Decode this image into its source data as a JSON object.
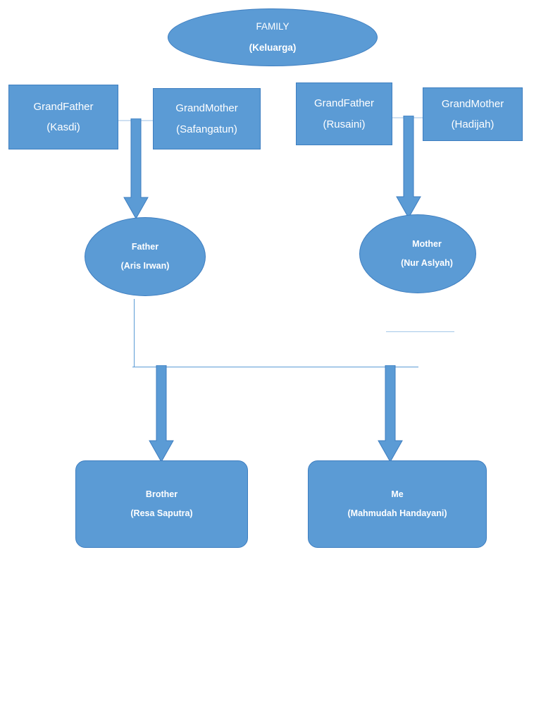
{
  "diagram": {
    "title_node": {
      "role": "FAMILY",
      "person": "(Keluarga)"
    },
    "paternal_grandparents": [
      {
        "role": "GrandFather",
        "person": "(Kasdi)"
      },
      {
        "role": "GrandMother",
        "person": "(Safangatun)"
      }
    ],
    "maternal_grandparents": [
      {
        "role": "GrandFather",
        "person": "(Rusaini)"
      },
      {
        "role": "GrandMother",
        "person": "(Hadijah)"
      }
    ],
    "parents": [
      {
        "role": "Father",
        "person": "(Aris Irwan)"
      },
      {
        "role": "Mother",
        "person": "(Nur Aslyah)"
      }
    ],
    "children": [
      {
        "role": "Brother",
        "person": "(Resa Saputra)"
      },
      {
        "role": "Me",
        "person": "(Mahmudah Handayani)"
      }
    ],
    "colors": {
      "shape_fill": "#5B9BD5",
      "shape_border": "#3E7EC0",
      "shape_text": "#FFFFFF",
      "connector": "#5B9BD5",
      "spouse_bridge": "#CFE0F2",
      "background": "#FFFFFF"
    }
  }
}
